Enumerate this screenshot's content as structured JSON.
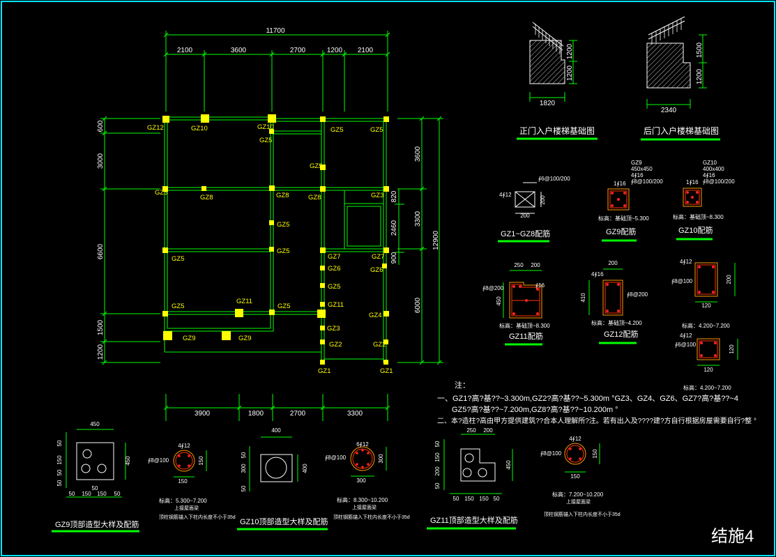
{
  "sheet": {
    "drawing_number": "结施4"
  },
  "plan": {
    "top_total": "11700",
    "top_segments": [
      "2100",
      "3600",
      "2700",
      "1200",
      "2100"
    ],
    "bottom_segments": [
      "3900",
      "1800",
      "2700",
      "3300"
    ],
    "left_segments": [
      "600",
      "3000",
      "6600",
      "1500",
      "1200"
    ],
    "right_segments": [
      "3600",
      "3300",
      "6000"
    ],
    "right_total": "12900",
    "right_inner": [
      "820",
      "2460",
      "900"
    ],
    "columns": [
      {
        "label": "GZ12"
      },
      {
        "label": "GZ10"
      },
      {
        "label": "GZ10"
      },
      {
        "label": "GZ5"
      },
      {
        "label": "GZ5"
      },
      {
        "label": "GZ5"
      },
      {
        "label": "GZ5"
      },
      {
        "label": "GZ5"
      },
      {
        "label": "GZ8"
      },
      {
        "label": "GZ8"
      },
      {
        "label": "GZ8"
      },
      {
        "label": "GZ3"
      },
      {
        "label": "GZ5"
      },
      {
        "label": "GZ5"
      },
      {
        "label": "GZ7"
      },
      {
        "label": "GZ7"
      },
      {
        "label": "GZ5"
      },
      {
        "label": "GZ6"
      },
      {
        "label": "GZ6"
      },
      {
        "label": "GZ5"
      },
      {
        "label": "GZ5"
      },
      {
        "label": "GZ11"
      },
      {
        "label": "GZ5"
      },
      {
        "label": "GZ11"
      },
      {
        "label": "GZ4"
      },
      {
        "label": "GZ3"
      },
      {
        "label": "GZ9"
      },
      {
        "label": "GZ9"
      },
      {
        "label": "GZ2"
      },
      {
        "label": "GZ2"
      },
      {
        "label": "GZ1"
      },
      {
        "label": "GZ1"
      }
    ]
  },
  "stairs": {
    "front": {
      "title": "正门入户楼梯基础图",
      "width": "1820",
      "dims": [
        "1200",
        "1200"
      ]
    },
    "back": {
      "title": "后门入户楼梯基础图",
      "width": "2340",
      "dims": [
        "1500",
        "1200"
      ]
    }
  },
  "sections": {
    "gz1": {
      "title": "GZ1~GZ8配筋",
      "rebar": "4∮12",
      "stirrup": "∮6@100/200",
      "w": "200",
      "h": "200"
    },
    "gz9": {
      "title": "GZ9配筋",
      "label": "GZ9",
      "size": "450x450",
      "bars": "4∮16",
      "stirrup": "∮8@100/200",
      "side": "1∮16",
      "elev": "标高：基础顶~5.300"
    },
    "gz10": {
      "title": "GZ10配筋",
      "label": "GZ10",
      "size": "400x400",
      "bars": "4∮16",
      "stirrup": "∮8@100/200",
      "side": "1∮16",
      "elev": "标高：基础顶~8.300"
    },
    "gz11": {
      "title": "GZ11配筋",
      "w1": "250",
      "w2": "200",
      "h": "450",
      "bars": "∮16",
      "stirrup": "∮8@200",
      "elev": "标高：基础顶~8.300"
    },
    "gz12": {
      "title": "GZ12配筋",
      "w": "200",
      "h": "410",
      "bars": "4∮16",
      "stirrup": "∮8@200",
      "elev": "标高：基础顶~4.200"
    },
    "small1": {
      "bars": "4∮12",
      "stirrup": "∮8@100",
      "w": "120",
      "h": "200"
    },
    "small2": {
      "elev": "标高：4.200~7.200",
      "bars": "4∮12",
      "stirrup": "∮6@100",
      "w": "120",
      "h": "120",
      "elev2": "标高：4.200~7.200"
    }
  },
  "notes": {
    "title": "注：",
    "line1": "一、GZ1?高?基??~3.300m,GZ2?高?基??~5.300m °GZ3、GZ4、GZ6、GZ7?高?基??~4",
    "line2": "GZ5?高?基??~7.200m,GZ8?高?基??~10.200m °",
    "line3": "二、本?造柱?高由甲方提供建筑??合本人理解所?注。若有出入及????建?方自行根据房屋需要自行?整 °"
  },
  "top_details": {
    "gz9": {
      "title": "GZ9顶部造型大样及配筋",
      "w": "450",
      "h": "450",
      "left_dims": [
        "50",
        "150",
        "50",
        "50"
      ],
      "bottom_dims": [
        "50",
        "150",
        "150",
        "50"
      ],
      "mid": "50",
      "rebar": "4∮12",
      "stirrup": "∮8@100",
      "dia": "150",
      "side": "150",
      "elev": "标高：5.300~7.200",
      "note1": "上接屋面梁",
      "note2": "顶柱钢筋锚入下柱内长度不小于35d"
    },
    "gz10": {
      "title": "GZ10顶部造型大样及配筋",
      "w": "400",
      "h": "400",
      "left_dims": [
        "50",
        "300",
        "50"
      ],
      "rebar": "6∮12",
      "stirrup": "∮8@100",
      "dia": "300",
      "side": "300",
      "elev": "标高：8.300~10.200",
      "note1": "上接屋面梁",
      "note2": "顶柱钢筋锚入下柱内长度不小于35d"
    },
    "gz11": {
      "title": "GZ11顶部造型大样及配筋",
      "w1": "250",
      "w2": "200",
      "h": "450",
      "left_dims": [
        "50",
        "150",
        "200",
        "50"
      ],
      "bottom_dims": [
        "50",
        "150",
        "150",
        "50"
      ],
      "rebar": "4∮12",
      "stirrup": "∮8@100",
      "dia": "150",
      "side": "150",
      "elev": "标高：7.200~10.200",
      "note1": "上接屋面梁",
      "note2": "顶柱钢筋锚入下柱内长度不小于35d"
    }
  }
}
